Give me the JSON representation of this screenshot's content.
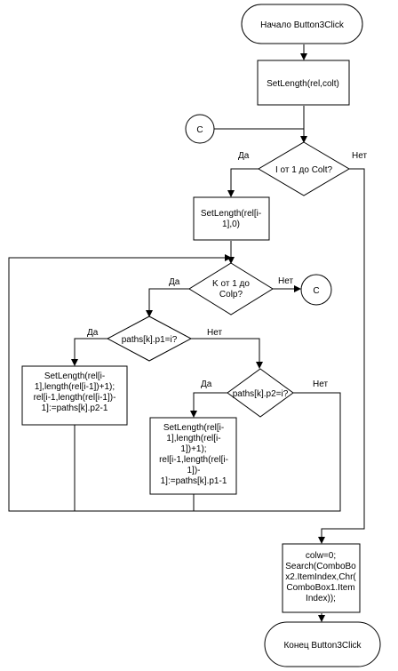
{
  "flowchart": {
    "start": "Начало Button3Click",
    "set_length_relcolt": "SetLength(rel,colt)",
    "connector_top": "C",
    "decision_i": [
      "I от 1 до Colt?"
    ],
    "yes1": "Да",
    "no1": "Нет",
    "set_length_rel_i": [
      "SetLength(rel[i-",
      "1],0)"
    ],
    "decision_k": [
      "K от 1 до",
      "Colp?"
    ],
    "yes2": "Да",
    "no2": "Нет",
    "connector_right": "C",
    "decision_p1": [
      "paths[k].p1=i?"
    ],
    "yes3": "Да",
    "no3": "Нет",
    "proc_left": [
      "SetLength(rel[i-",
      "1],length(rel[i-1])+1);",
      "rel[i-1,length(rel[i-1])-",
      "1]:=paths[k].p2-1"
    ],
    "decision_p2": [
      "paths[k].p2=i?"
    ],
    "yes4": "Да",
    "no4": "Нет",
    "proc_mid": [
      "SetLength(rel[i-",
      "1],length(rel[i-",
      "1])+1);",
      "rel[i-1,length(rel[i-",
      "1])-",
      "1]:=paths[k].p1-1"
    ],
    "proc_final": [
      "colw=0;",
      "Search(ComboBo",
      "x2.ItemIndex,Chr(",
      "ComboBox1.Item",
      "Index));"
    ],
    "end": "Конец Button3Click"
  }
}
